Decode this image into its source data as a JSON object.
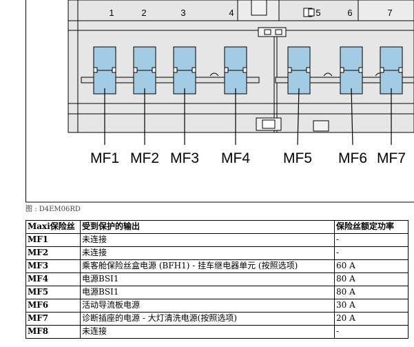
{
  "figure": {
    "slot_numbers": [
      "1",
      "2",
      "3",
      "4",
      "5",
      "6",
      "7"
    ],
    "fuse_labels": [
      "MF1",
      "MF2",
      "MF3",
      "MF4",
      "MF5",
      "MF6",
      "MF7"
    ],
    "caption": "图 : D4EM06RD",
    "colors": {
      "fuse_fill": "#a3cbe3",
      "housing": "#e6e6e6",
      "line": "#000000"
    }
  },
  "table": {
    "headers": [
      "Maxi保险丝",
      "受到保护的输出",
      "保险丝额定功率"
    ],
    "rows": [
      {
        "fuse": "MF1",
        "output": "未连接",
        "rating": "-"
      },
      {
        "fuse": "MF2",
        "output": "未连接",
        "rating": "-"
      },
      {
        "fuse": "MF3",
        "output": "乘客舱保险丝盒电源 (BFH1) - 挂车继电器单元 (按照选项)",
        "rating": "60 A"
      },
      {
        "fuse": "MF4",
        "output": "电源BSI1",
        "rating": "80 A"
      },
      {
        "fuse": "MF5",
        "output": "电源BSI1",
        "rating": "80 A"
      },
      {
        "fuse": "MF6",
        "output": "活动导流板电源",
        "rating": "30 A"
      },
      {
        "fuse": "MF7",
        "output": "诊断插座的电源 - 大灯清洗电源(按照选项)",
        "rating": "20 A"
      },
      {
        "fuse": "MF8",
        "output": "未连接",
        "rating": "-"
      }
    ]
  }
}
